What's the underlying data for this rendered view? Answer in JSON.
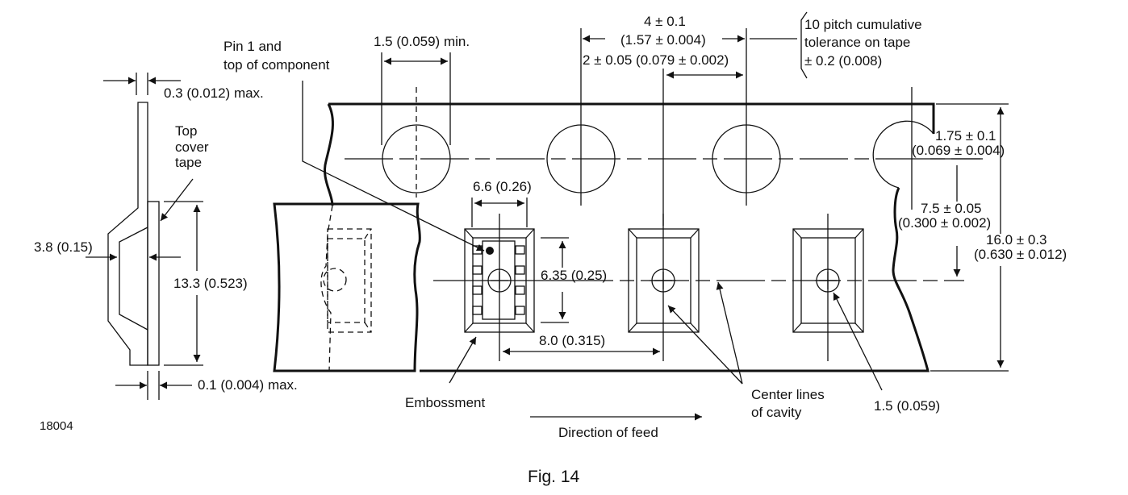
{
  "figure": {
    "caption": "Fig. 14",
    "drawing_number": "18004",
    "subject": "Embossed carrier tape dimensions"
  },
  "labels": {
    "pin1": [
      "Pin 1 and",
      "top of component"
    ],
    "sprocket_hole_clearance": "1.5 (0.059) min.",
    "sprocket_pitch": [
      "4 ± 0.1",
      "(1.57 ± 0.004)"
    ],
    "hole_to_cavity_offset": "2 ± 0.05 (0.079 ± 0.002)",
    "cumulative_tolerance": [
      "10 pitch cumulative",
      "tolerance on tape",
      "± 0.2 (0.008)"
    ],
    "cover_tape_thickness": "0.3 (0.012) max.",
    "top_cover_tape": [
      "Top",
      "cover",
      "tape"
    ],
    "cavity_depth": "3.8 (0.15)",
    "cover_tape_width": "13.3 (0.523)",
    "tape_thickness": "0.1 (0.004) max.",
    "cavity_width": "6.6 (0.26)",
    "cavity_length": "6.35 (0.25)",
    "cavity_pitch": "8.0 (0.315)",
    "hole_edge_distance": [
      "1.75 ± 0.1",
      "(0.069 ± 0.004)"
    ],
    "hole_to_cavity_center": [
      "7.5 ± 0.05",
      "(0.300 ± 0.002)"
    ],
    "tape_width": [
      "16.0 ± 0.3",
      "(0.630 ± 0.012)"
    ],
    "embossment": "Embossment",
    "center_lines": [
      "Center  lines",
      "of cavity"
    ],
    "cavity_hole": "1.5 (0.059)",
    "direction_of_feed": "Direction of feed"
  },
  "colors": {
    "line": "#111111",
    "background": "#ffffff"
  }
}
